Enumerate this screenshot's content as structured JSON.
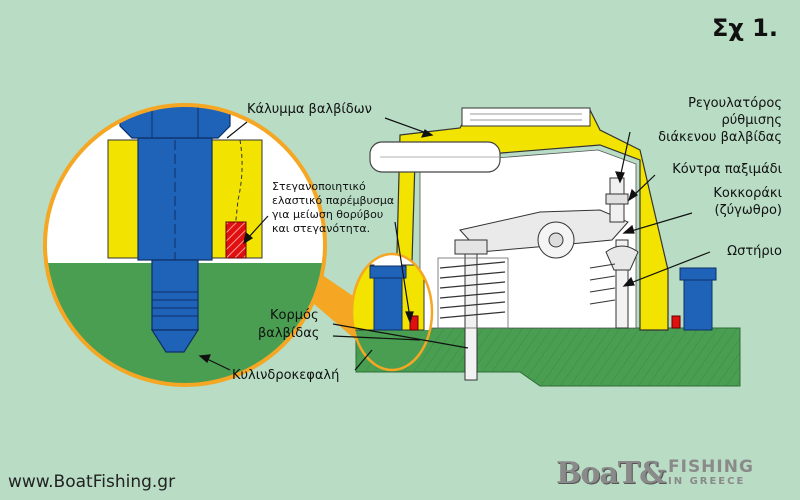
{
  "figure_label": "Σχ 1.",
  "labels": {
    "valve_cover": "Κάλυμμα βαλβίδων",
    "gasket_line1": "Στεγανοποιητικό",
    "gasket_line2": "ελαστικό παρέμβυσμα",
    "gasket_line3": "για μείωση θορύβου",
    "gasket_line4": "και στεγανότητα.",
    "adjuster_line1": "Ρεγουλατόρος",
    "adjuster_line2": "ρύθμισης",
    "adjuster_line3": "διάκενου βαλβίδας",
    "locknut": "Κόντρα παξιμάδι",
    "rocker_line1": "Κοκκοράκι",
    "rocker_line2": "(ζύγωθρο)",
    "pushrod": "Ωστήριο",
    "valve_stem_line1": "Κορμός",
    "valve_stem_line2": "βαλβίδας",
    "cylinder_head": "Κυλινδροκεφαλή"
  },
  "footer": {
    "website": "www.BoatFishing.gr",
    "logo_main": "BoaT&",
    "logo_top": "FISHING",
    "logo_bottom": "IN GREECE"
  },
  "colors": {
    "background": "#b8dcc4",
    "cover_yellow": "#f2e400",
    "bolt_blue": "#1f63b8",
    "head_green": "#4a9e52",
    "gasket_red": "#e01010",
    "callout_orange": "#f5a623"
  }
}
